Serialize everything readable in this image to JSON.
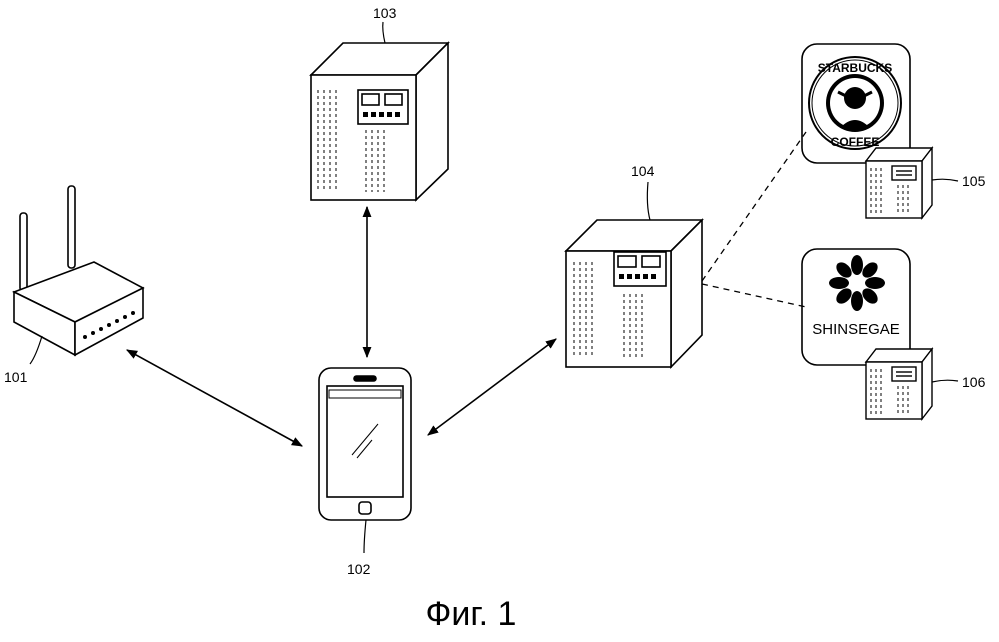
{
  "labels": {
    "router": "101",
    "smartphone": "102",
    "server_top": "103",
    "server_mid": "104",
    "merchant_1": "105",
    "merchant_2": "106"
  },
  "logos": {
    "merchant_1_text_top": "STARBUCKS",
    "merchant_1_text_bottom": "COFFEE",
    "merchant_2_text": "SHINSEGAE"
  },
  "caption": "Фиг. 1"
}
